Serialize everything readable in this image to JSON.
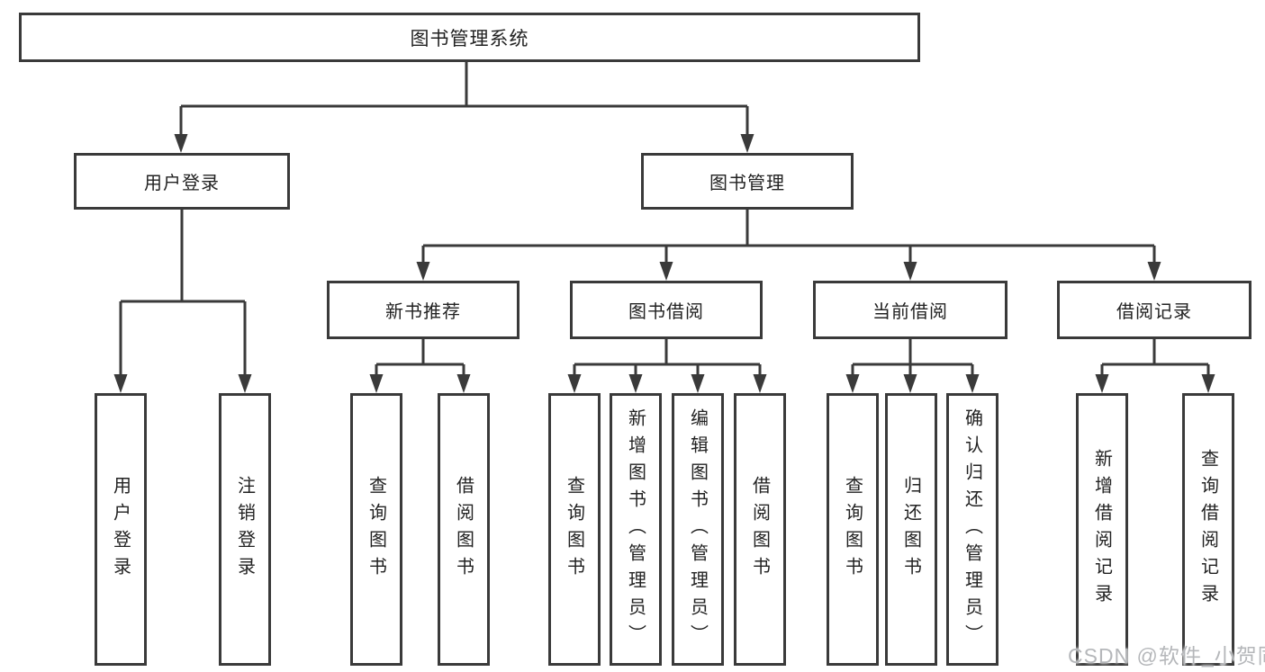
{
  "tree": {
    "root": {
      "label": "图书管理系统"
    },
    "user_login": {
      "label": "用户登录",
      "children": {
        "login": {
          "label": "用户登录"
        },
        "logout": {
          "label": "注销登录"
        }
      }
    },
    "book_management": {
      "label": "图书管理",
      "sections": {
        "new_book_recommend": {
          "label": "新书推荐",
          "children": {
            "query_books": {
              "label": "查询图书"
            },
            "borrow_books": {
              "label": "借阅图书"
            }
          }
        },
        "book_borrowing": {
          "label": "图书借阅",
          "children": {
            "query_books": {
              "label": "查询图书"
            },
            "add_books_admin": {
              "label": "新增图书（管理员）"
            },
            "edit_books_admin": {
              "label": "编辑图书（管理员）"
            },
            "borrow_books": {
              "label": "借阅图书"
            }
          }
        },
        "current_borrowing": {
          "label": "当前借阅",
          "children": {
            "query_books": {
              "label": "查询图书"
            },
            "return_books": {
              "label": "归还图书"
            },
            "confirm_return_admin": {
              "label": "确认归还（管理员）"
            }
          }
        },
        "borrowing_records": {
          "label": "借阅记录",
          "children": {
            "add_record": {
              "label": "新增借阅记录"
            },
            "query_record": {
              "label": "查询借阅记录"
            }
          }
        }
      }
    }
  },
  "colors": {
    "line": "#3a3a3a",
    "box_border": "#3a3a3a",
    "box_background": "#ffffff",
    "text": "#222222",
    "watermark": "#b5b7ba"
  },
  "watermark": {
    "text": "CSDN @软件_小贺同学"
  }
}
